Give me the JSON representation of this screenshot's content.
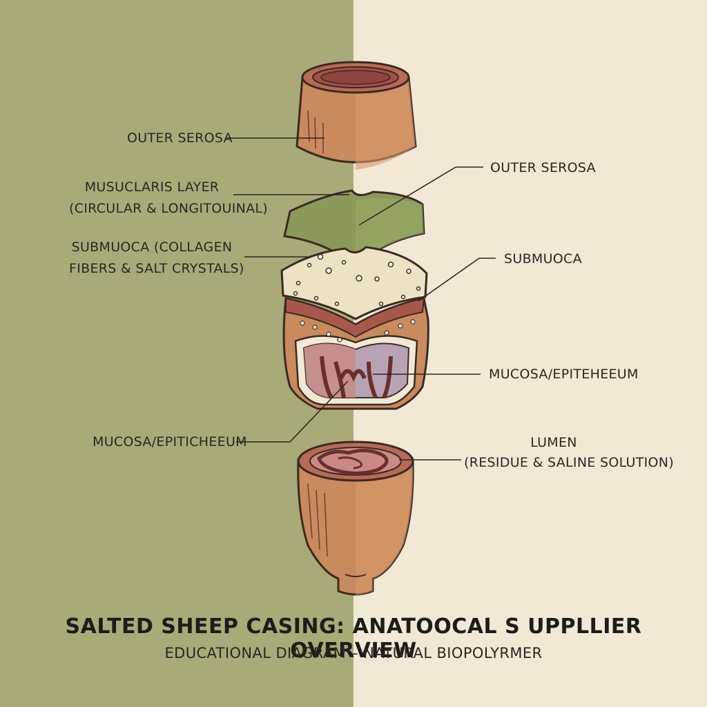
{
  "labels": {
    "left_outer_serosa": "OUTER SEROSA",
    "left_muscularis_line1": "MUSUCLARIS LAYER",
    "left_muscularis_line2": "(CIRCULAR & LONGITOUINAL)",
    "left_submucosa_line1": "SUBMUOCA (COLLAGEN",
    "left_submucosa_line2": "FIBERS & SALT CRYSTALS)",
    "left_mucosa": "MUCOSA/EPITICHEEUM",
    "right_outer_serosa": "OUTER SEROSA",
    "right_submucosa": "SUBMUOCA",
    "right_mucosa": "MUCOSA/EPITEHEEUM",
    "right_lumen_line1": "LUMEN",
    "right_lumen_line2": "(RESIDUE & SALINE SOLUTION)"
  },
  "title": "SALTED SHEEP CASING: ANATOOCAL S UPPLLIER OVERVIEW",
  "subtitle": "EDUCATIONAL DIAGRAM – NATURAL BIOPOLYRMER",
  "colors": {
    "left_background": "#a8ab78",
    "right_background": "#f1e8d6",
    "serosa": "#c98a5e",
    "muscularis": "#8b9a5a",
    "submucosa": "#ece3c2",
    "mucosa": "#b87a74",
    "lumen": "#b8a3b6",
    "outline": "#3a2a22"
  }
}
